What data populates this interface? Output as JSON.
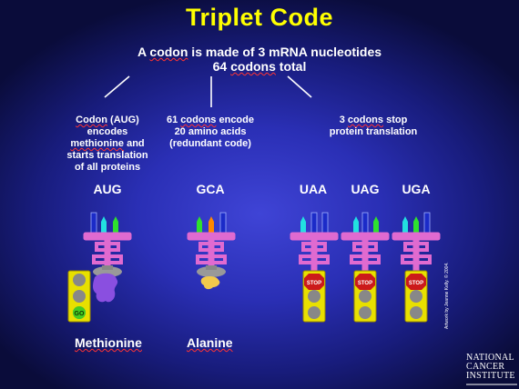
{
  "title": "Triplet Code",
  "header": {
    "line1_pre": "A ",
    "line1_word": "codon",
    "line1_post": " is made of 3 mRNA nucleotides",
    "line2_pre": "64 ",
    "line2_word": "codons",
    "line2_post": " total"
  },
  "left_desc": {
    "line1_word": "Codon",
    "line1_post": " (AUG)",
    "line2": "encodes",
    "line3_word": "methionine",
    "line3_post": " and",
    "line4": "starts translation",
    "line5": "of all proteins"
  },
  "middle_desc": {
    "line1_pre": "61 ",
    "line1_word": "codons",
    "line1_post": " encode",
    "line2": "20 amino acids",
    "line3": "(redundant code)"
  },
  "right_desc": {
    "line1_pre": "3 ",
    "line1_word": "codons",
    "line1_post": " stop",
    "line2": "protein translation"
  },
  "codons": [
    "AUG",
    "GCA",
    "UAA",
    "UAG",
    "UGA"
  ],
  "amino_acids": {
    "methionine": "Methionine",
    "alanine": "Alanine"
  },
  "signals": {
    "go": "GO",
    "stop": "STOP"
  },
  "credit": "Artwork by Jeanne Kelly. © 2004.",
  "logo": {
    "line1": "NATIONAL",
    "line2": "CANCER",
    "line3": "INSTITUTE"
  },
  "colors": {
    "title": "#ffff00",
    "tRNA": "#e06ad0",
    "ribosome": "#888888",
    "methionine_blob": "#8a4fe0",
    "alanine_blob": "#f2c94c",
    "traffic_light": "#e8e000",
    "stop_sign": "#cc1a1a",
    "go_light": "#44cc22"
  }
}
